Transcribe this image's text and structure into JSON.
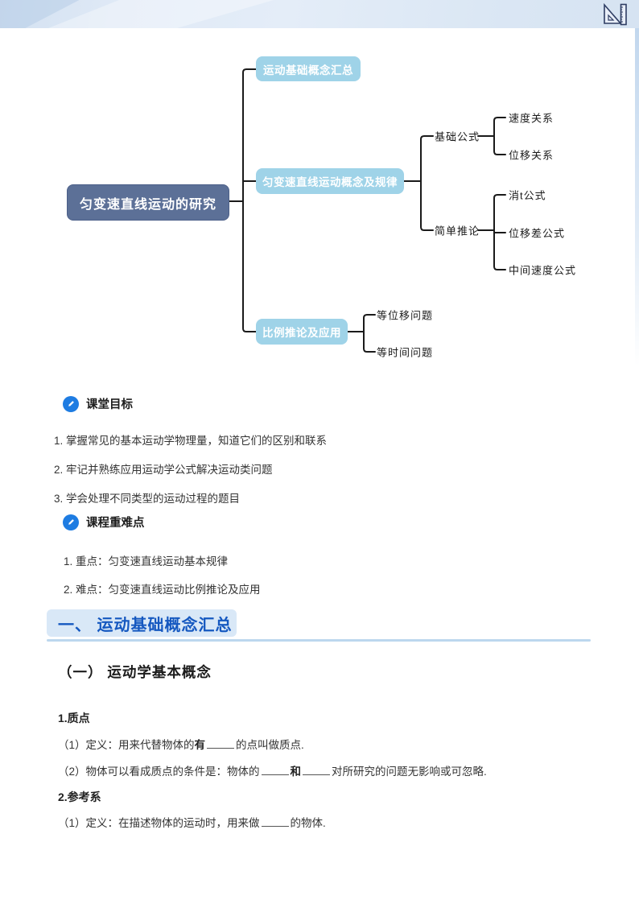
{
  "header": {
    "logo_icon": "set-square-ruler-icon"
  },
  "colors": {
    "header_band_bg": "#dde9f5",
    "root_node_bg": "#5c7097",
    "branch_node_bg": "#9fd3e8",
    "connector": "#1a1a1a",
    "bullet_icon_bg": "#1e7ce2",
    "section_title_text": "#1558c0",
    "section_title_bg": "#d9e8f7",
    "section_underline": "#bcd7ee"
  },
  "mindmap": {
    "root": "匀变速直线运动的研究",
    "branches": [
      {
        "label": "运动基础概念汇总",
        "children": []
      },
      {
        "label": "匀变速直线运动概念及规律",
        "children": [
          {
            "label": "基础公式",
            "children": [
              "速度关系",
              "位移关系"
            ]
          },
          {
            "label": "简单推论",
            "children": [
              "消t公式",
              "位移差公式",
              "中间速度公式"
            ]
          }
        ]
      },
      {
        "label": "比例推论及应用",
        "children": [
          "等位移问题",
          "等时间问题"
        ]
      }
    ]
  },
  "goals": {
    "icon": "pencil-circle-icon",
    "title": "课堂目标",
    "items": [
      "1. 掌握常见的基本运动学物理量，知道它们的区别和联系",
      "2. 牢记并熟练应用运动学公式解决运动类问题",
      "3. 学会处理不同类型的运动过程的题目"
    ]
  },
  "keypoints": {
    "icon": "pencil-circle-icon",
    "title": "课程重难点",
    "items": [
      "1. 重点：匀变速直线运动基本规律",
      "2. 难点：匀变速直线运动比例推论及应用"
    ]
  },
  "section1": {
    "title": "一、  运动基础概念汇总"
  },
  "subsection1": {
    "title": "（一） 运动学基本概念"
  },
  "concepts": {
    "point1": {
      "heading": "1.质点",
      "def_pre": "（1）定义：用来代替物体的",
      "def_bold": "有",
      "def_post": "的点叫做质点.",
      "cond_pre": "（2）物体可以看成质点的条件是：物体的",
      "cond_bold": "和",
      "cond_post": "对所研究的问题无影响或可忽略."
    },
    "point2": {
      "heading": "2.参考系",
      "def_pre": "（1）定义：在描述物体的运动时，用来做",
      "def_post": "的物体."
    }
  }
}
